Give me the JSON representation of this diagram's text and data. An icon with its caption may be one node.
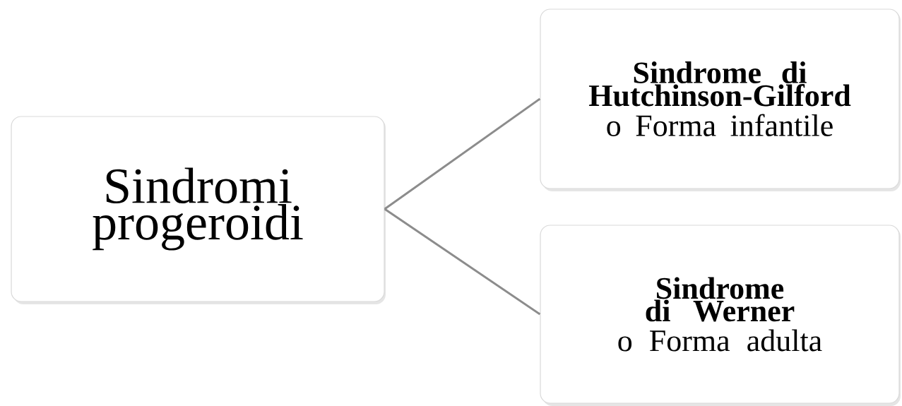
{
  "diagram": {
    "nodes": [
      {
        "text": [
          "Sindromi progeroidi"
        ]
      },
      {
        "text": [
          "Sindrome di Hutchinson-Gilford",
          "o Forma infantile"
        ]
      },
      {
        "text": [
          "Sindrome di Werner",
          "o Forma adulta"
        ]
      }
    ],
    "edges": [
      {
        "from": 0,
        "to": 1,
        "arrow": "none"
      },
      {
        "from": 0,
        "to": 2,
        "arrow": "none"
      }
    ]
  }
}
